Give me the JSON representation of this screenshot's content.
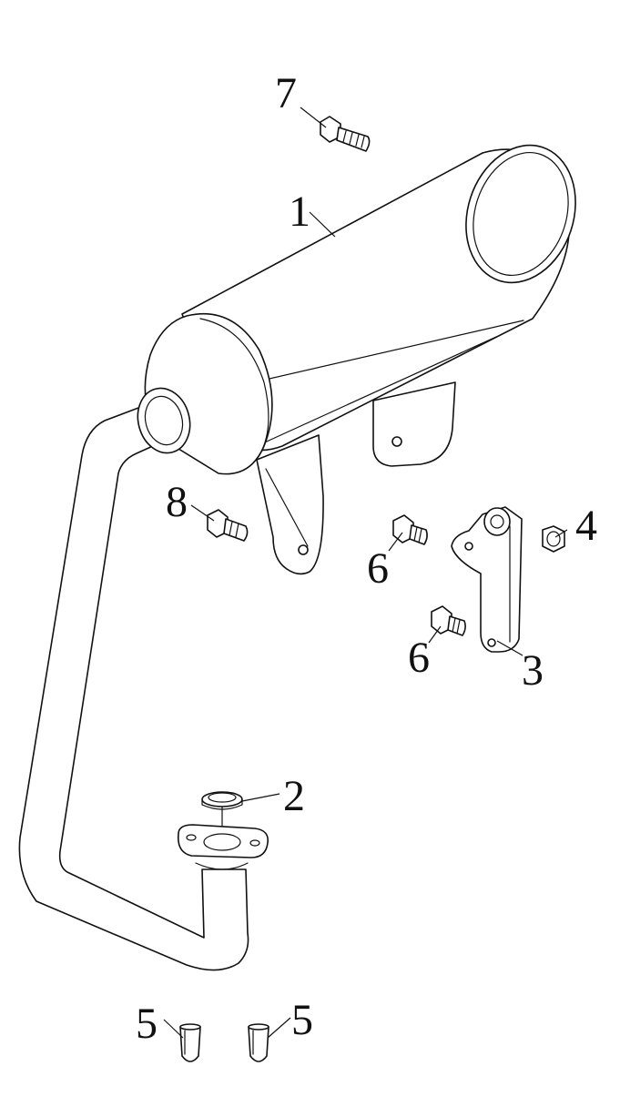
{
  "diagram": {
    "callouts": [
      {
        "id": "1",
        "label": "1"
      },
      {
        "id": "2",
        "label": "2"
      },
      {
        "id": "3",
        "label": "3"
      },
      {
        "id": "4",
        "label": "4"
      },
      {
        "id": "5a",
        "label": "5"
      },
      {
        "id": "5b",
        "label": "5"
      },
      {
        "id": "6a",
        "label": "6"
      },
      {
        "id": "6b",
        "label": "6"
      },
      {
        "id": "7",
        "label": "7"
      },
      {
        "id": "8",
        "label": "8"
      }
    ]
  }
}
